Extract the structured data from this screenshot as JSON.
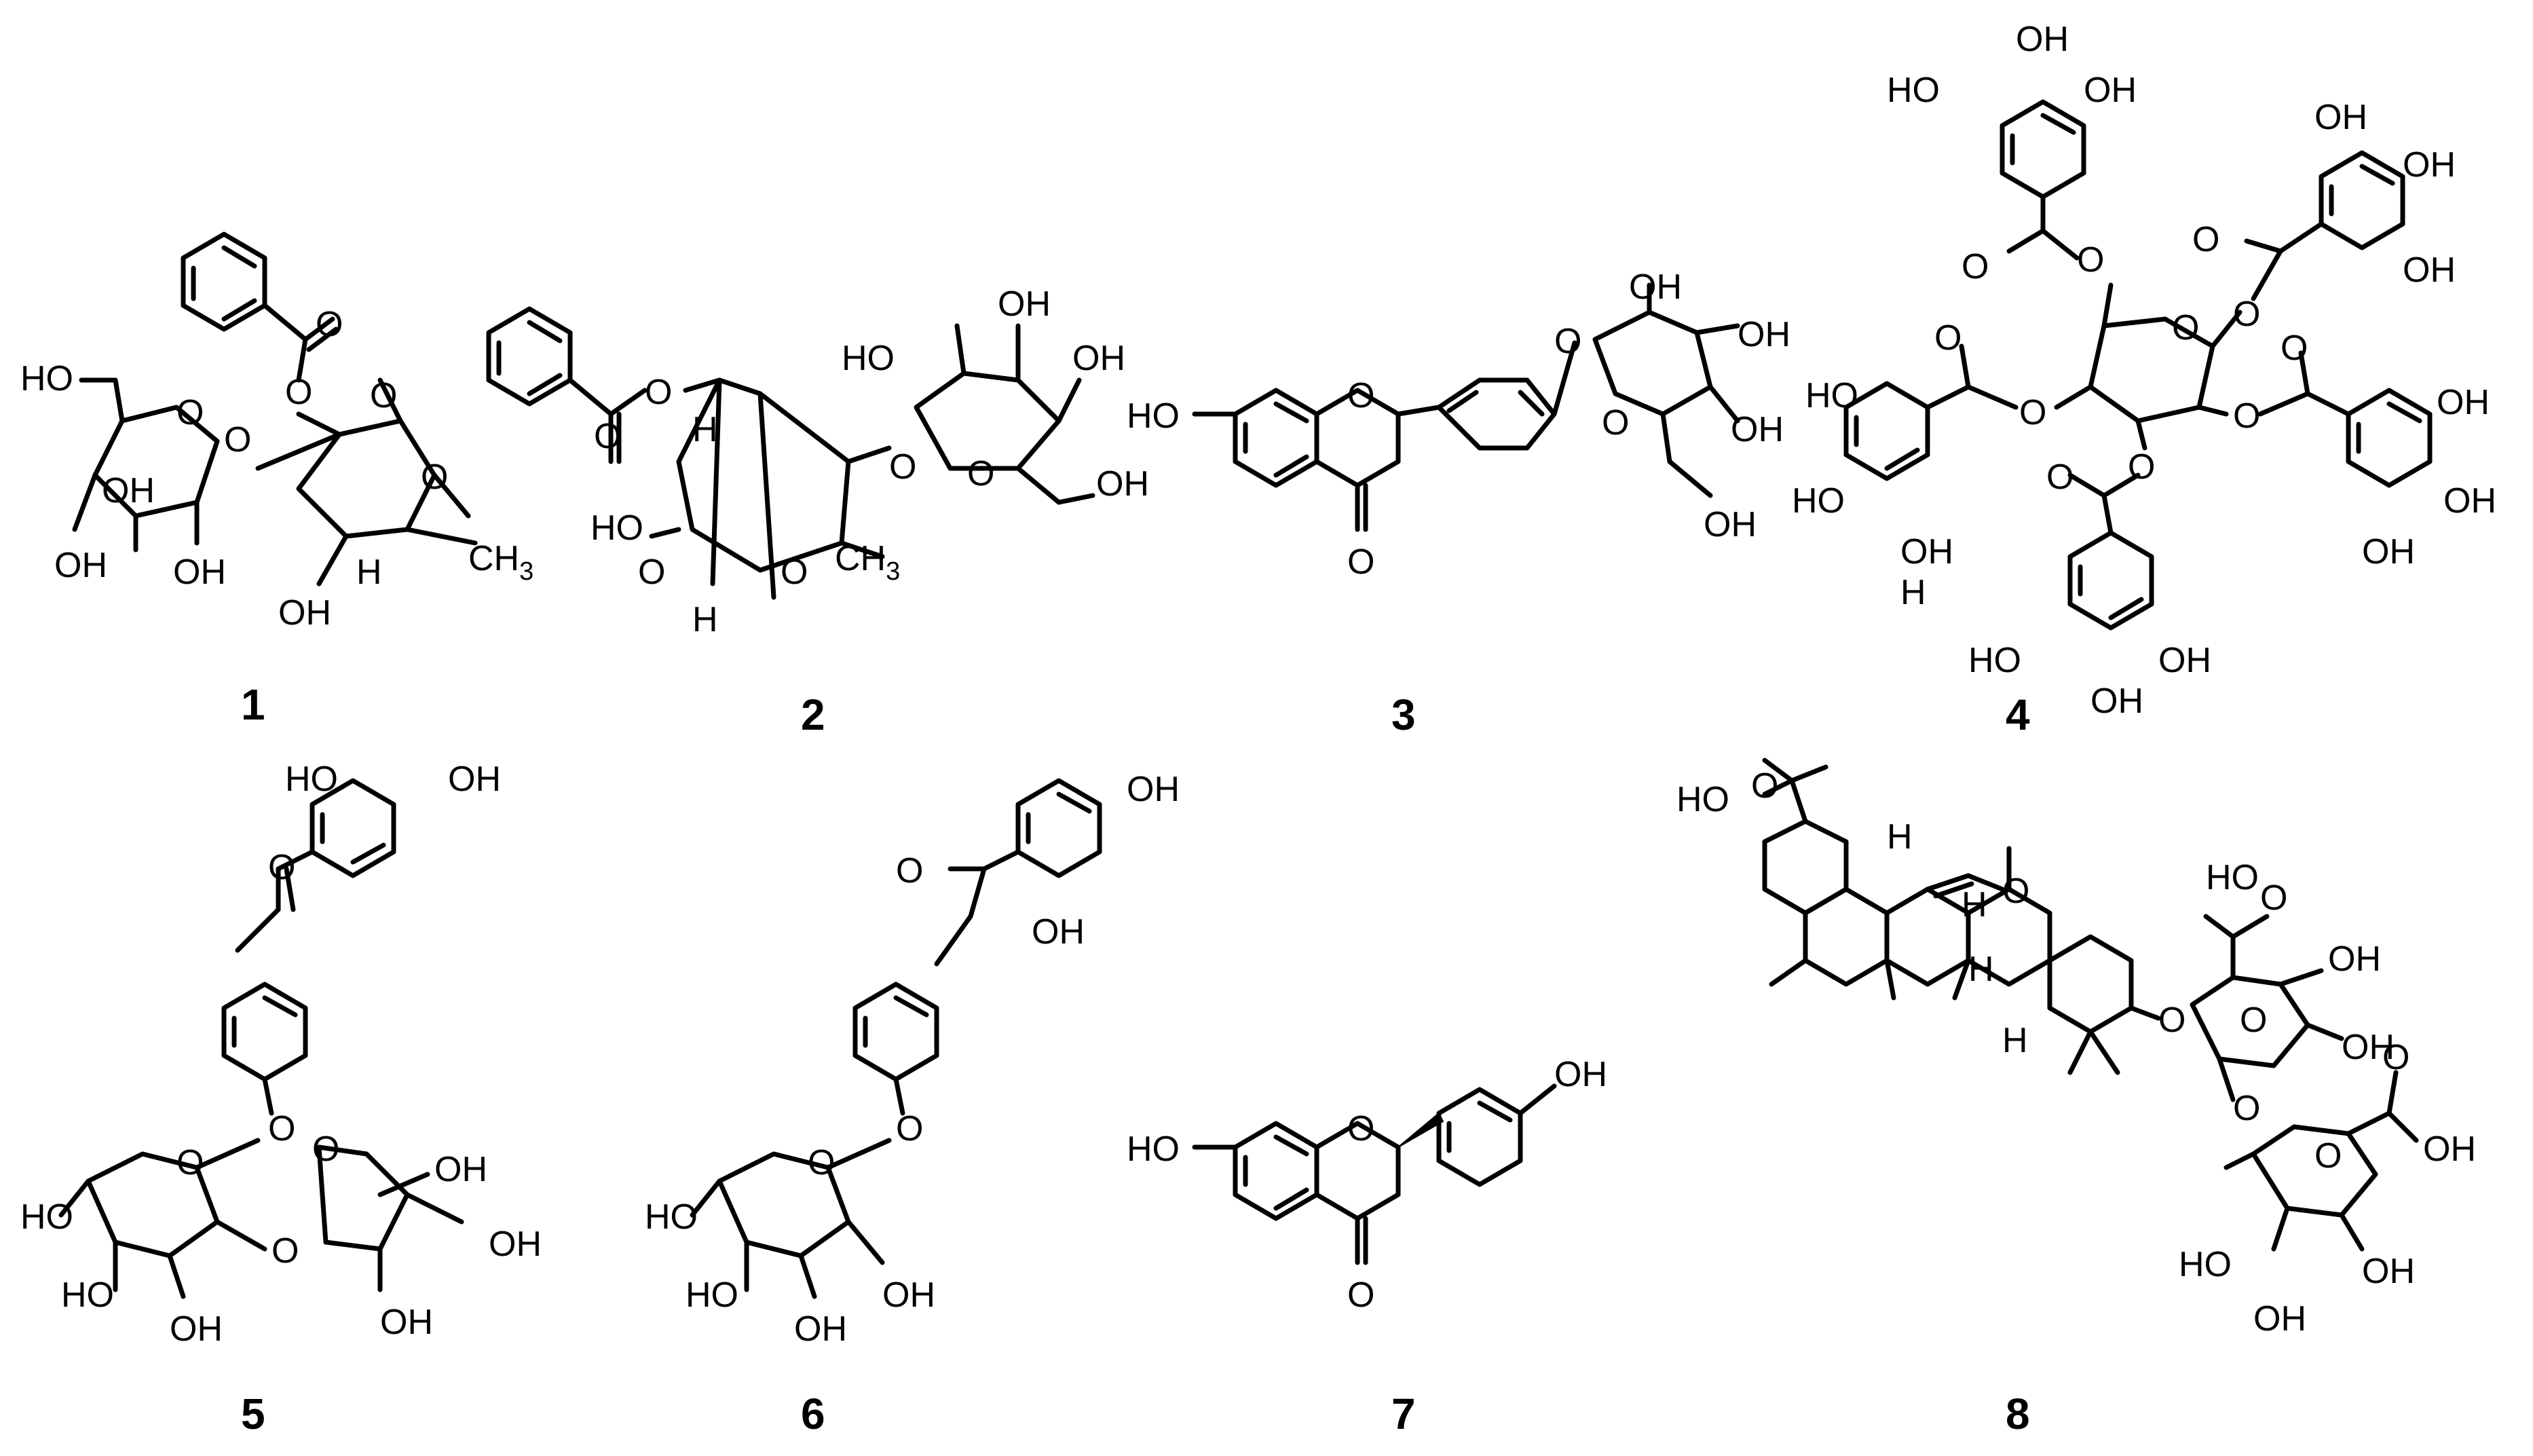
{
  "atoms": {
    "oh": "OH",
    "ho": "HO",
    "o": "O",
    "h": "H",
    "ch3_c": "CH",
    "ch3_sub": "3"
  },
  "compounds": [
    {
      "id": "1",
      "label": "1"
    },
    {
      "id": "2",
      "label": "2"
    },
    {
      "id": "3",
      "label": "3"
    },
    {
      "id": "4",
      "label": "4"
    },
    {
      "id": "5",
      "label": "5"
    },
    {
      "id": "6",
      "label": "6"
    },
    {
      "id": "7",
      "label": "7"
    },
    {
      "id": "8",
      "label": "8"
    }
  ]
}
